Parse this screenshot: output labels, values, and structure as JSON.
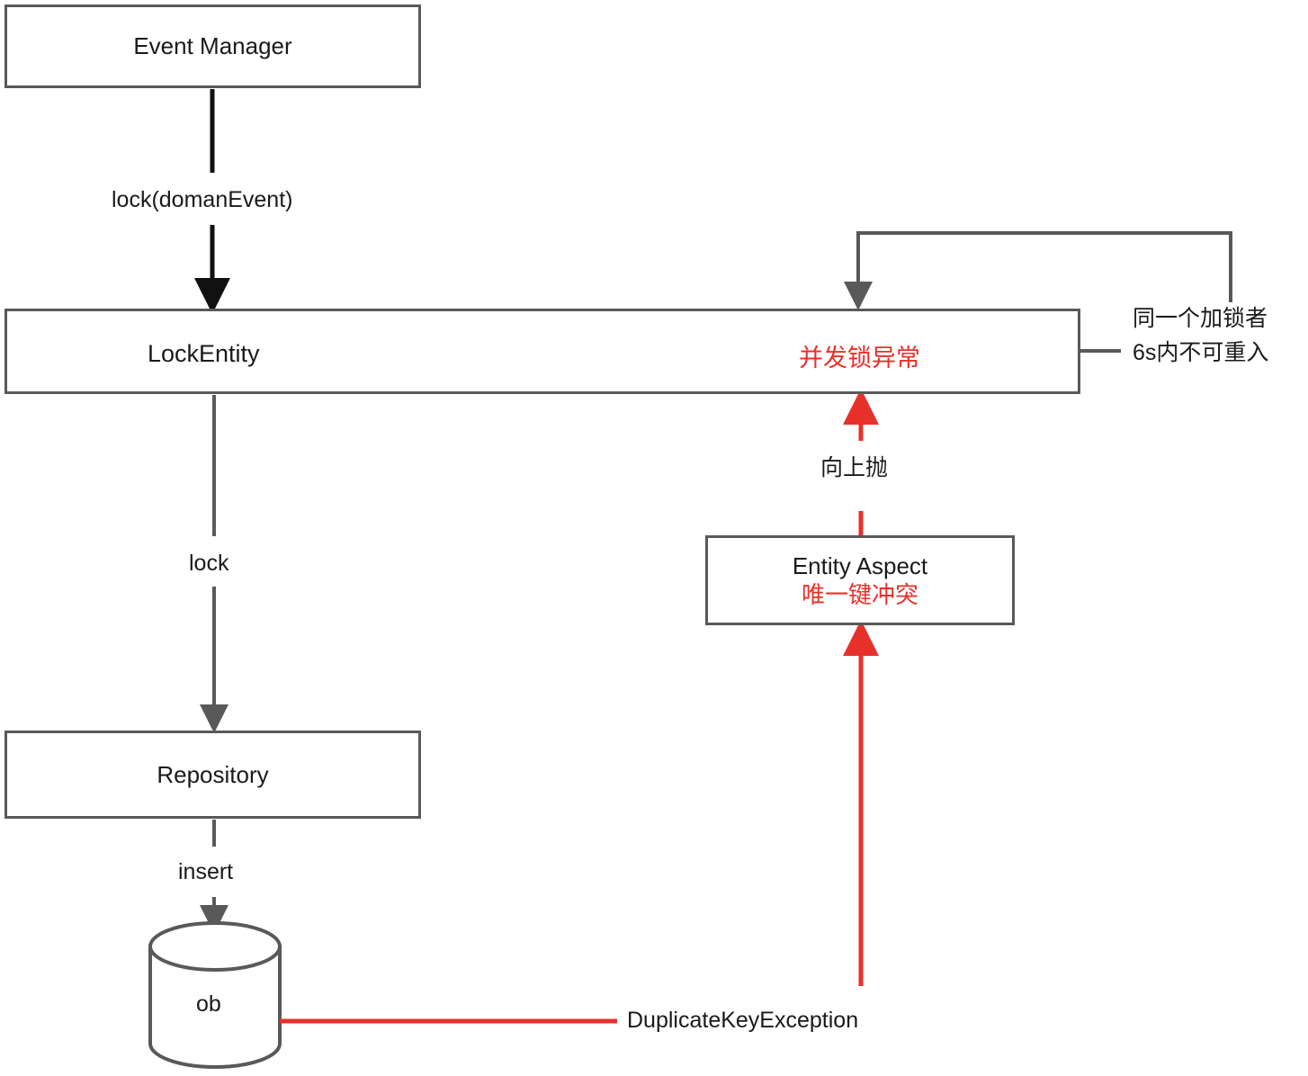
{
  "diagram": {
    "title": "Lock flow with duplicate key exception handling",
    "colors": {
      "node_border": "#595959",
      "edge_gray": "#595959",
      "edge_black": "#111111",
      "edge_red": "#e8302a",
      "text": "#1a1a1a",
      "text_red": "#e8302a",
      "background": "#ffffff"
    },
    "nodes": [
      {
        "id": "event-manager",
        "label": "Event Manager",
        "shape": "rect"
      },
      {
        "id": "lock-entity",
        "label": "LockEntity",
        "shape": "rect",
        "annotation": "并发锁异常",
        "annotation_color": "red"
      },
      {
        "id": "entity-aspect",
        "label": "Entity Aspect",
        "shape": "rect",
        "annotation": "唯一键冲突",
        "annotation_color": "red"
      },
      {
        "id": "repository",
        "label": "Repository",
        "shape": "rect"
      },
      {
        "id": "database",
        "label": "ob",
        "shape": "cylinder"
      }
    ],
    "edges": [
      {
        "id": "event-manager-to-lock-entity",
        "label": "lock(domanEvent)",
        "from": "event-manager",
        "to": "lock-entity",
        "color": "black"
      },
      {
        "id": "lock-entity-to-repository",
        "label": "lock",
        "from": "lock-entity",
        "to": "repository",
        "color": "gray"
      },
      {
        "id": "repository-to-database",
        "label": "insert",
        "from": "repository",
        "to": "database",
        "color": "gray"
      },
      {
        "id": "entity-aspect-to-lock-entity",
        "label": "向上抛",
        "from": "entity-aspect",
        "to": "lock-entity",
        "color": "red"
      },
      {
        "id": "database-to-entity-aspect",
        "label": "DuplicateKeyException",
        "from": "database",
        "to": "entity-aspect",
        "color": "red"
      },
      {
        "id": "lock-entity-self-loop",
        "label": "同一个加锁者\n6s内不可重入",
        "from": "lock-entity",
        "to": "lock-entity",
        "color": "gray"
      }
    ],
    "labels": {
      "lock_doman_event": "lock(domanEvent)",
      "lock": "lock",
      "insert": "insert",
      "throw_up": "向上抛",
      "duplicate_key_exception": "DuplicateKeyException",
      "reentrant_line1": "同一个加锁者",
      "reentrant_line2": "6s内不可重入",
      "event_manager": "Event Manager",
      "lock_entity": "LockEntity",
      "concurrent_lock_exception": "并发锁异常",
      "entity_aspect": "Entity Aspect",
      "unique_key_conflict": "唯一键冲突",
      "repository": "Repository",
      "database_name": "ob"
    }
  }
}
